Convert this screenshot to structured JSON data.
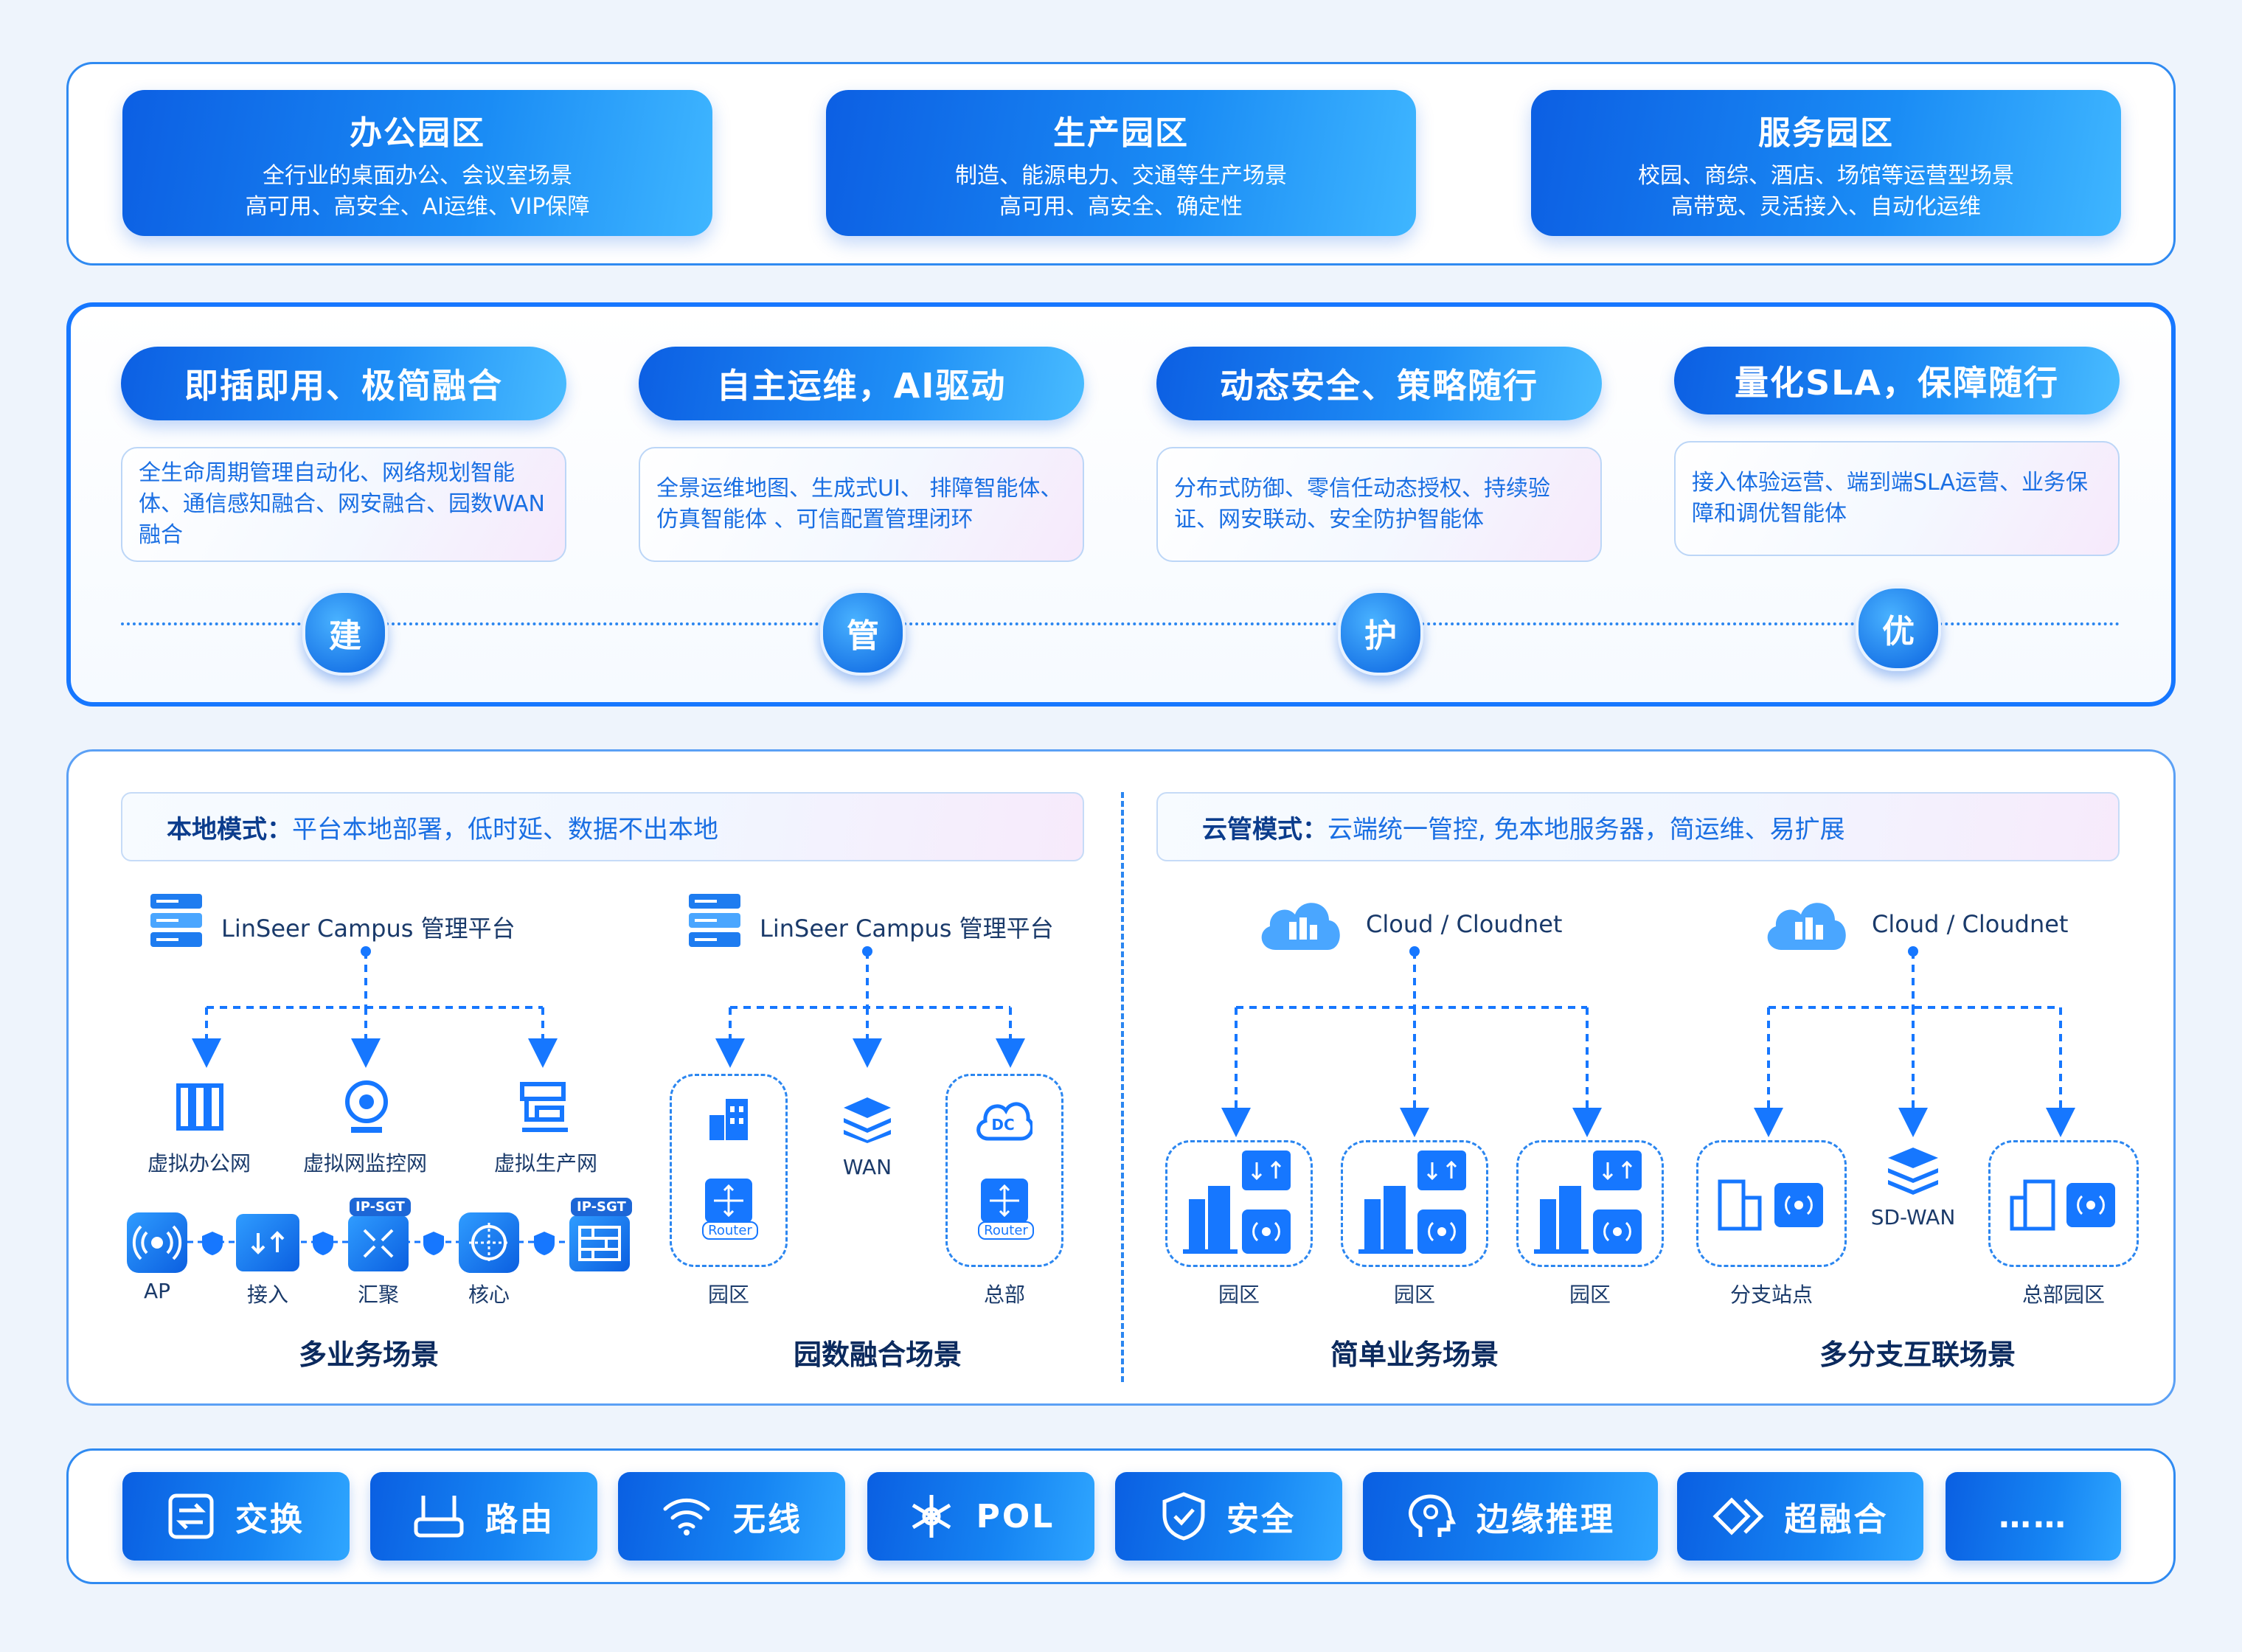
{
  "zones": [
    {
      "title": "办公园区",
      "line1": "全行业的桌面办公、会议室场景",
      "line2": "高可用、高安全、AI运维、VIP保障"
    },
    {
      "title": "生产园区",
      "line1": "制造、能源电力、交通等生产场景",
      "line2": "高可用、高安全、确定性"
    },
    {
      "title": "服务园区",
      "line1": "校园、商综、酒店、场馆等运营型场景",
      "line2": "高带宽、灵活接入、自动化运维"
    }
  ],
  "pillars": [
    {
      "title": "即插即用、极简融合",
      "desc": "全生命周期管理自动化、网络规划智能体、通信感知融合、网安融合、园数WAN融合",
      "badge": "建"
    },
    {
      "title": "自主运维，AI驱动",
      "desc": "全景运维地图、生成式UI、 排障智能体、仿真智能体 、可信配置管理闭环",
      "badge": "管"
    },
    {
      "title": "动态安全、策略随行",
      "desc": "分布式防御、零信任动态授权、持续验证、网安联动、安全防护智能体",
      "badge": "护"
    },
    {
      "title": "量化SLA，保障随行",
      "desc": "接入体验运营、端到端SLA运营、业务保障和调优智能体",
      "badge": "优"
    }
  ],
  "local_mode": {
    "label": "本地模式：",
    "desc": "平台本地部署，低时延、数据不出本地"
  },
  "cloud_mode": {
    "label": "云管模式：",
    "desc": "云端统一管控, 免本地服务器，简运维、易扩展"
  },
  "platform": "LinSeer Campus 管理平台",
  "cloud": "Cloud / Cloudnet",
  "multi": {
    "nets": [
      "虚拟办公网",
      "虚拟网监控网",
      "虚拟生产网"
    ],
    "chain": [
      "AP",
      "接入",
      "汇聚",
      "核心"
    ],
    "ipsgt": "IP-SGT",
    "scene": "多业务场景"
  },
  "fusion": {
    "wan": "WAN",
    "router": "Router",
    "park": "园区",
    "hq": "总部",
    "dc": "DC",
    "scene": "园数融合场景"
  },
  "simple": {
    "park": "园区",
    "scene": "简单业务场景"
  },
  "branch": {
    "site": "分支站点",
    "sdwan": "SD-WAN",
    "hqpark": "总部园区",
    "scene": "多分支互联场景"
  },
  "products": [
    "交换",
    "路由",
    "无线",
    "POL",
    "安全",
    "边缘推理",
    "超融合",
    "……"
  ],
  "colors": {
    "primary": "#1677ff",
    "deep": "#0a5fe2",
    "text": "#1a6fe3"
  }
}
